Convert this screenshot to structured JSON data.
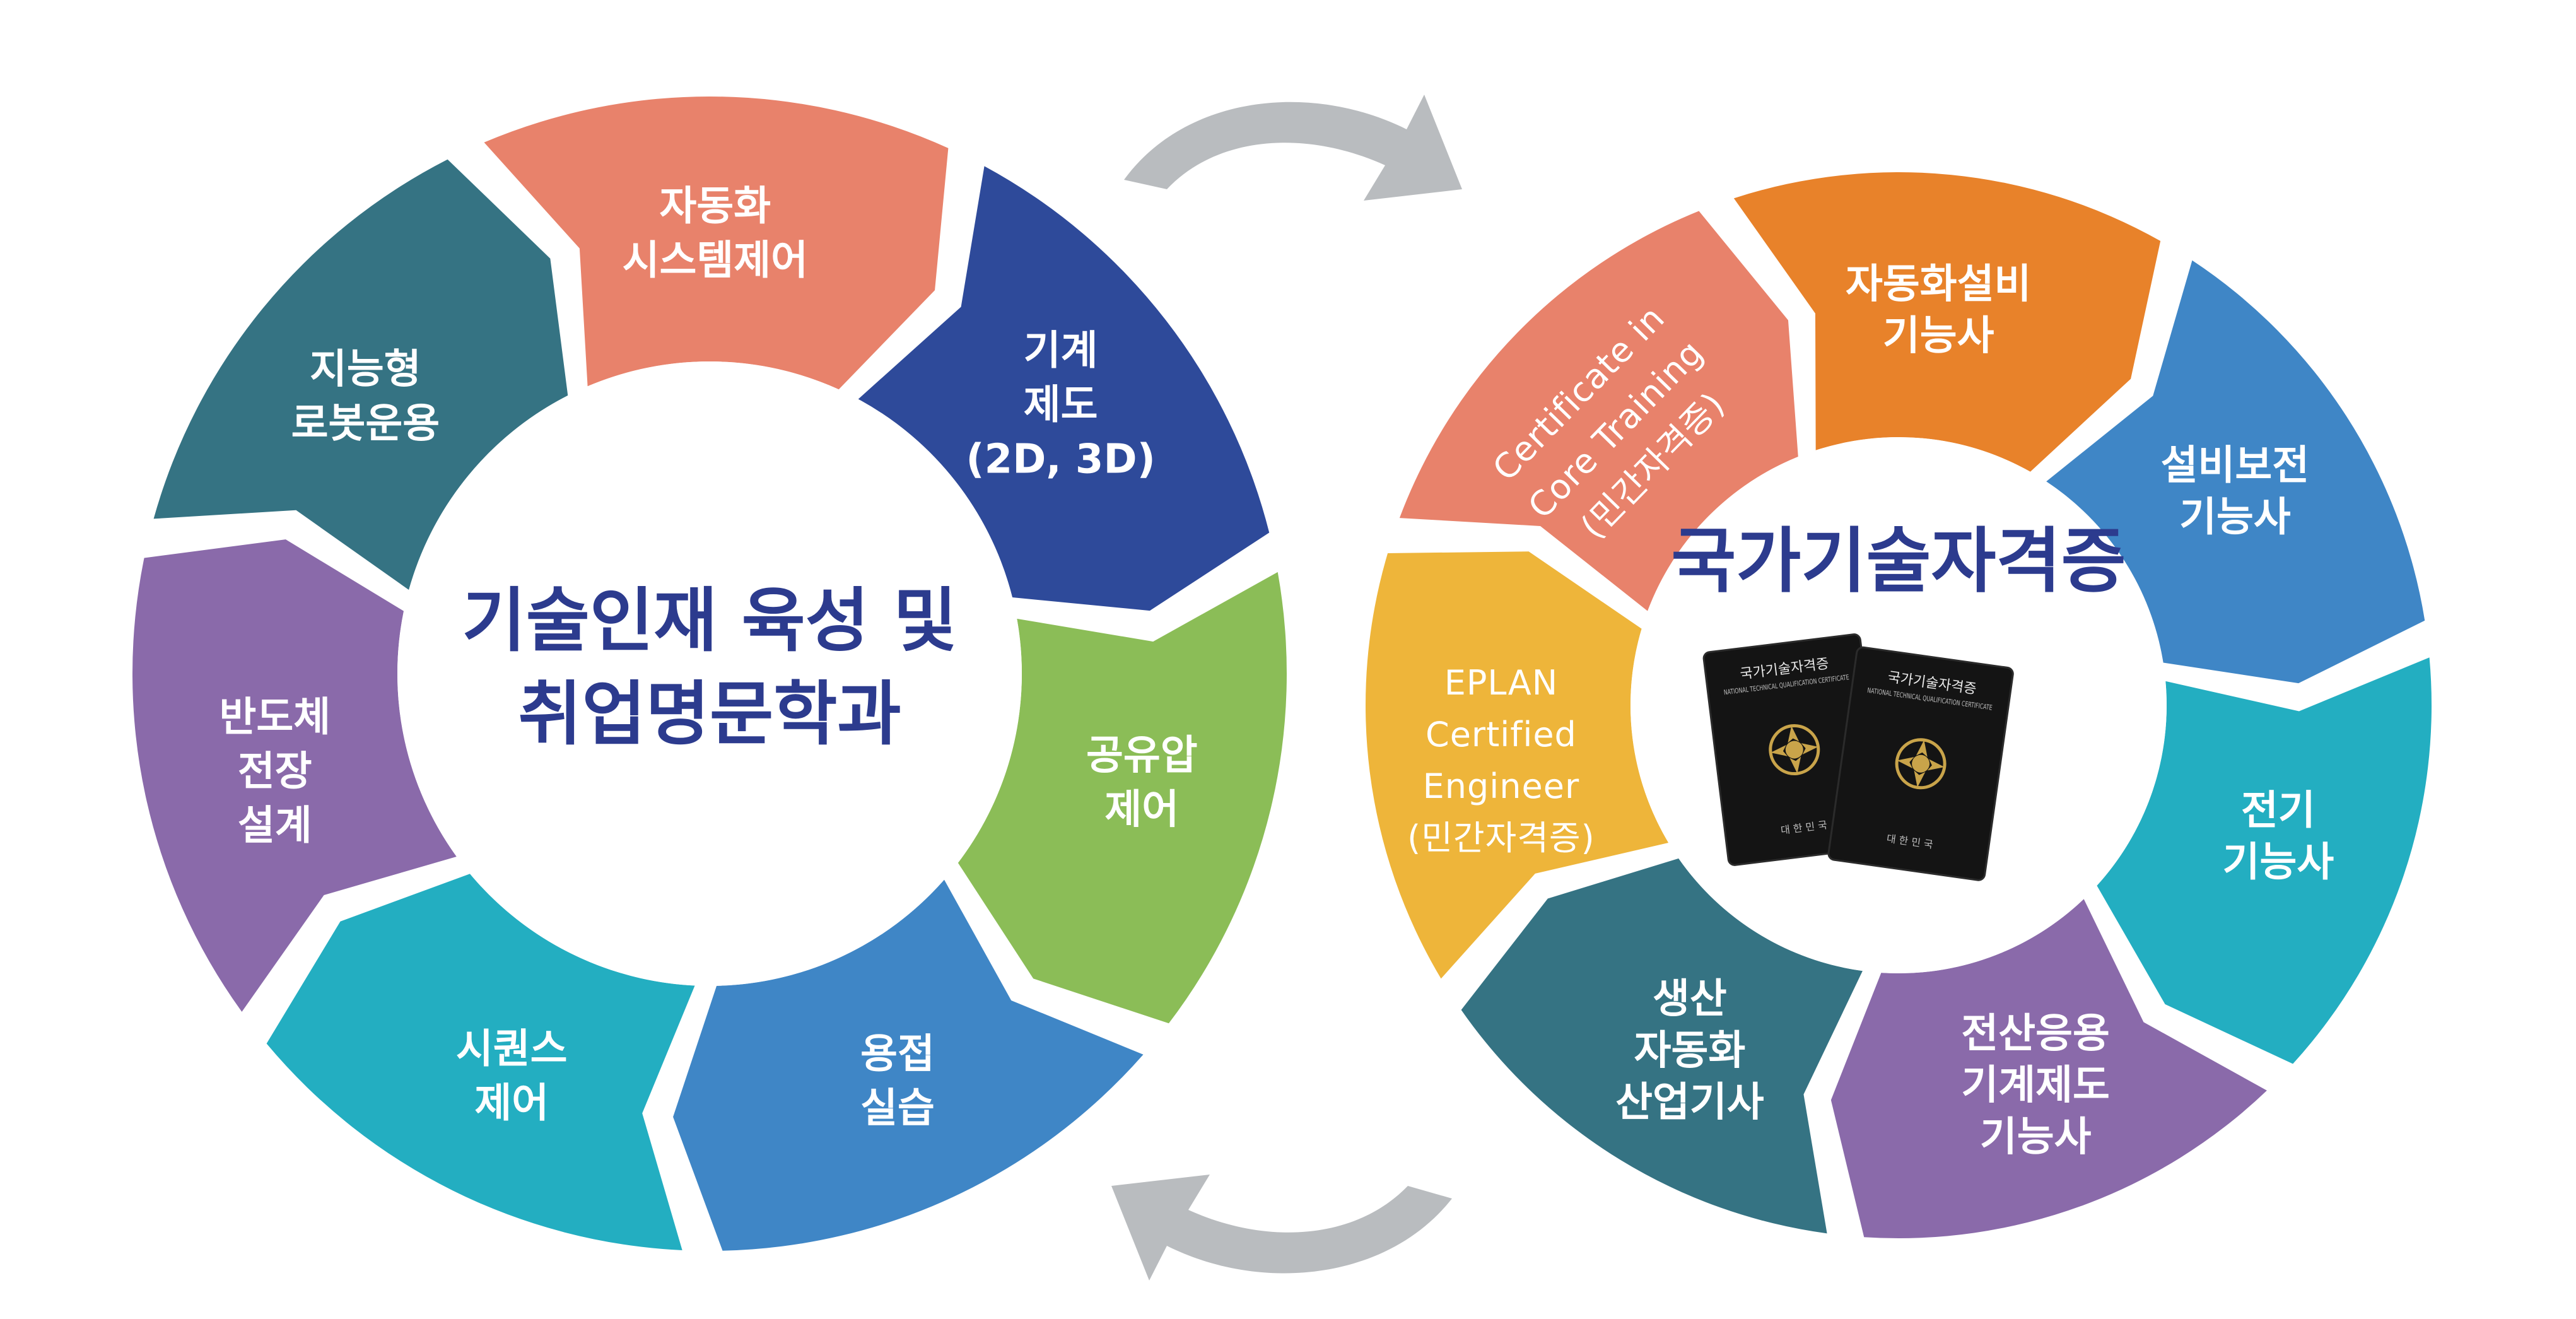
{
  "left_cycle": {
    "center_lines": [
      "기술인재 육성 및",
      "취업명문학과"
    ],
    "segments": [
      {
        "id": "automation-system-control",
        "lines": [
          "자동화",
          "시스템제어"
        ],
        "color": "#e8826b"
      },
      {
        "id": "mechanical-drawing",
        "lines": [
          "기계",
          "제도",
          "(2D, 3D)"
        ],
        "color": "#2e4a9a"
      },
      {
        "id": "pneumatic-hydraulic-control",
        "lines": [
          "공유압",
          "제어"
        ],
        "color": "#8bbd57"
      },
      {
        "id": "welding-practice",
        "lines": [
          "용접",
          "실습"
        ],
        "color": "#3f86c6"
      },
      {
        "id": "sequence-control",
        "lines": [
          "시퀀스",
          "제어"
        ],
        "color": "#23aec1"
      },
      {
        "id": "semiconductor-equipment-design",
        "lines": [
          "반도체",
          "전장",
          "설계"
        ],
        "color": "#8a6aaa"
      },
      {
        "id": "intelligent-robot-operation",
        "lines": [
          "지능형",
          "로봇운용"
        ],
        "color": "#357383"
      }
    ]
  },
  "right_cycle": {
    "center_title": "국가기술자격증",
    "segments": [
      {
        "id": "automation-equipment-technician",
        "lines": [
          "자동화설비",
          "기능사"
        ],
        "color": "#e8822a"
      },
      {
        "id": "equipment-maintenance-technician",
        "lines": [
          "설비보전",
          "기능사"
        ],
        "color": "#3f86c6"
      },
      {
        "id": "electrical-technician",
        "lines": [
          "전기",
          "기능사"
        ],
        "color": "#23aec1"
      },
      {
        "id": "cad-mechanical-drafting-technician",
        "lines": [
          "전산응용",
          "기계제도",
          "기능사"
        ],
        "color": "#8a6aaa"
      },
      {
        "id": "production-automation-engineer",
        "lines": [
          "생산",
          "자동화",
          "산업기사"
        ],
        "color": "#357383"
      },
      {
        "id": "eplan-certified-engineer",
        "lines": [
          "EPLAN",
          "Certified",
          "Engineer",
          "(민간자격증)"
        ],
        "color": "#eeb53a"
      },
      {
        "id": "certificate-core-training",
        "lines": [
          "Certificate in",
          "Core Training",
          "(민간자격증)"
        ],
        "color": "#e8826b"
      }
    ],
    "booklet": {
      "title": "국가기술자격증",
      "subtitle": "NATIONAL TECHNICAL QUALIFICATION CERTIFICATE",
      "footer": "대 한 민 국"
    }
  },
  "colors": {
    "arrow_gray": "#b9bcbf",
    "title_navy": "#2c3b8e",
    "booklet_black": "#141414",
    "booklet_gold": "#c9a44a"
  }
}
